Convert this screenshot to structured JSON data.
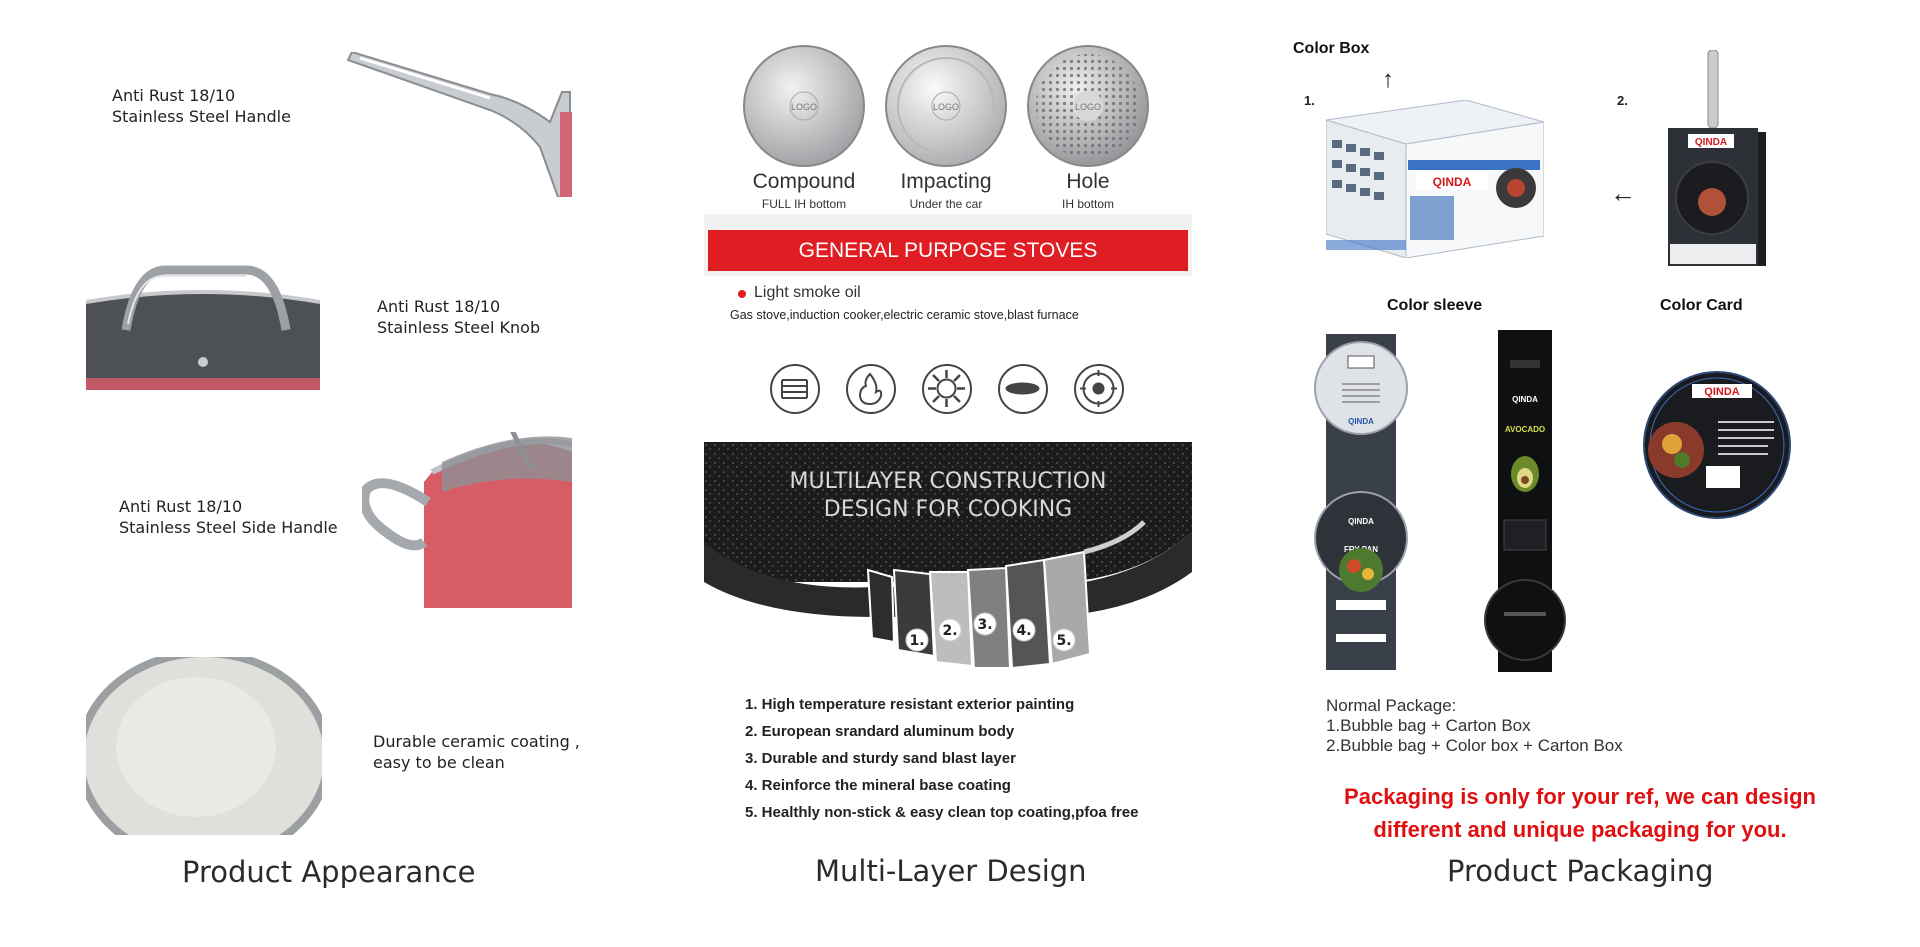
{
  "appearance": {
    "title": "Product Appearance",
    "features": [
      {
        "line1": "Anti Rust 18/10",
        "line2": "Stainless Steel Handle"
      },
      {
        "line1": "Anti Rust 18/10",
        "line2": "Stainless Steel Knob"
      },
      {
        "line1": "Anti Rust 18/10",
        "line2": "Stainless Steel Side Handle"
      },
      {
        "line1": "Durable ceramic coating ,",
        "line2": "easy to be clean"
      }
    ]
  },
  "multilayer": {
    "title": "Multi-Layer Design",
    "bottoms": [
      {
        "name": "Compound",
        "sub": "FULL IH bottom",
        "logo": "LOGO"
      },
      {
        "name": "Impacting",
        "sub": "Under the car",
        "logo": "LOGO"
      },
      {
        "name": "Hole",
        "sub": "IH bottom",
        "logo": "LOGO"
      }
    ],
    "banner": "GENERAL PURPOSE STOVES",
    "oil_label": "Light smoke oil",
    "stoves_line": "Gas stove,induction cooker,electric ceramic stove,blast furnace",
    "stove_icons": [
      "induction-coil-icon",
      "gas-flame-icon",
      "gas-burner-icon",
      "ceramic-plate-icon",
      "electric-hob-icon"
    ],
    "construction_heading_1": "MULTILAYER CONSTRUCTION",
    "construction_heading_2": "DESIGN FOR COOKING",
    "layer_markers": [
      "1.",
      "2.",
      "3.",
      "4.",
      "5."
    ],
    "layers": [
      "1. High temperature resistant exterior painting",
      "2. European srandard aluminum body",
      "3. Durable and sturdy sand blast layer",
      "4. Reinforce the mineral base coating",
      "5. Healthly non-stick & easy clean top coating,pfoa free"
    ]
  },
  "packaging": {
    "title": "Product Packaging",
    "color_box": "Color Box",
    "num1": "1.",
    "num2": "2.",
    "color_sleeve": "Color sleeve",
    "color_card": "Color Card",
    "brand": "QINDA",
    "sleeve1_text": "FRY PAN",
    "sleeve2_text": "AVOCADO",
    "normal_package_title": "Normal Package:",
    "normal_package_1": "1.Bubble bag + Carton Box",
    "normal_package_2": "2.Bubble bag + Color box + Carton Box",
    "note_line1": "Packaging is only for your ref, we can design",
    "note_line2": "different and unique packaging for you."
  },
  "colors": {
    "accent_red": "#e11d24",
    "note_red": "#e01010",
    "pan_red": "#d75c66"
  }
}
